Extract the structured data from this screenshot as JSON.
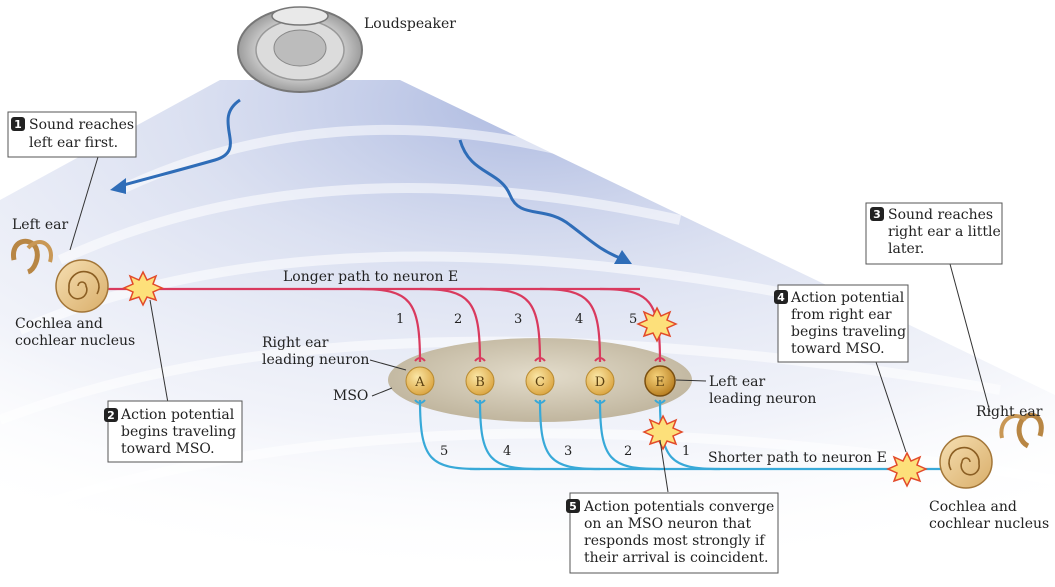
{
  "loudspeaker_label": "Loudspeaker",
  "left_ear": {
    "label": "Left ear",
    "cochlea_line1": "Cochlea and",
    "cochlea_line2": "cochlear nucleus"
  },
  "right_ear": {
    "label": "Right ear",
    "cochlea_line1": "Cochlea and",
    "cochlea_line2": "cochlear nucleus"
  },
  "longer_path_label": "Longer path to neuron E",
  "shorter_path_label": "Shorter path to neuron E",
  "mso_label": "MSO",
  "right_leading": {
    "line1": "Right ear",
    "line2": "leading neuron"
  },
  "left_leading": {
    "line1": "Left ear",
    "line2": "leading neuron"
  },
  "neurons": [
    "A",
    "B",
    "C",
    "D",
    "E"
  ],
  "top_numbers": [
    "1",
    "2",
    "3",
    "4",
    "5"
  ],
  "bottom_numbers": [
    "5",
    "4",
    "3",
    "2",
    "1"
  ],
  "callouts": {
    "c1": {
      "num": "1",
      "lines": [
        "Sound reaches",
        "left ear first."
      ]
    },
    "c2": {
      "num": "2",
      "lines": [
        "Action potential",
        "begins traveling",
        "toward MSO."
      ]
    },
    "c3": {
      "num": "3",
      "lines": [
        "Sound reaches",
        "right ear a little",
        "later."
      ]
    },
    "c4": {
      "num": "4",
      "lines": [
        "Action potential",
        "from right ear",
        "begins traveling",
        "toward MSO."
      ]
    },
    "c5": {
      "num": "5",
      "lines": [
        "Action potentials converge",
        "on an MSO neuron that",
        "responds most strongly if",
        "their arrival is coincident."
      ]
    }
  },
  "colors": {
    "left_path": "#d93a5e",
    "right_path": "#38a9d8",
    "neuron": "#e7b24c",
    "mso": "#c9bfa9",
    "wave_arrow": "#2f6db8"
  }
}
